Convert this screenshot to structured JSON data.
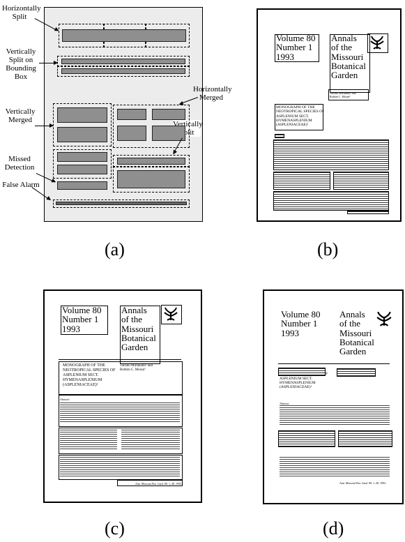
{
  "figure": {
    "captions": {
      "a": "(a)",
      "b": "(b)",
      "c": "(c)",
      "d": "(d)"
    },
    "panel_a": {
      "labels": {
        "horizontally_split": "Horizontally Split",
        "vertically_split_on_bounding_box": "Vertically Split on Bounding Box",
        "horizontally_merged": "Horizontally Merged",
        "vertically_merged": "Vertically Merged",
        "vertically_split": "Vertically Split",
        "missed_detection": "Missed Detection",
        "false_alarm": "False Alarm"
      }
    },
    "document": {
      "volume": "Volume 80",
      "number": "Number 1",
      "year": "1993",
      "annals_lines": [
        "Annals",
        "of the",
        "Missouri",
        "Botanical",
        "Garden"
      ],
      "title_lines": [
        "MONOGRAPH OF THE",
        "NEOTROPICAL SPECIES OF",
        "ASPLENIUM SECT.",
        "HYMENASPLENIUM",
        "(ASPLENIACEAE)¹"
      ],
      "authors_line1": "Tarsuki Murakami² and",
      "authors_line2": "Robbin C. Moran³",
      "abstract_heading": "Abstract",
      "journal_footer": "Ann. Missouri Bot. Gard. 80: 1–38. 1993."
    }
  }
}
